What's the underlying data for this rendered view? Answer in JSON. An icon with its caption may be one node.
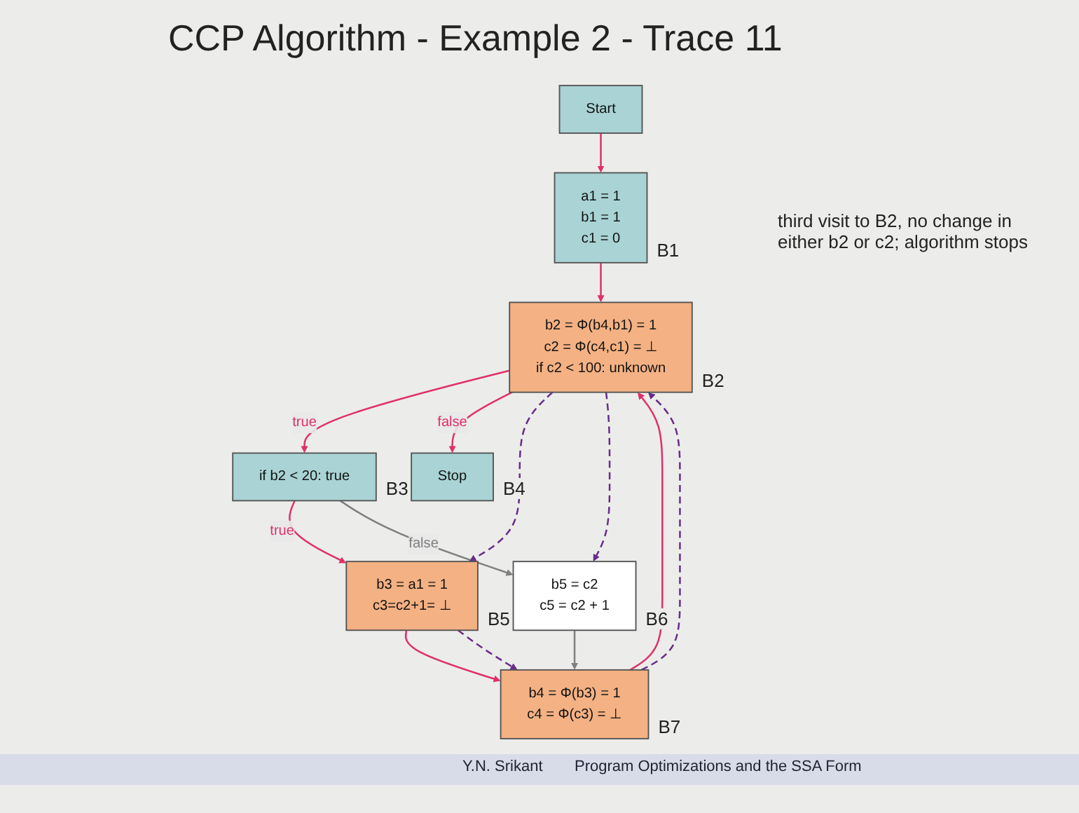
{
  "diagram": {
    "title": "CCP Algorithm - Example 2 - Trace 11",
    "nodes": [
      {
        "text": [
          "a1 = 1",
          "b1 = 1",
          "c1 = 0"
        ],
        "beside": [
          "B1"
        ]
      },
      {
        "text": [
          "Start"
        ]
      },
      {
        "text": [
          "b2 = Φ(b4,b1) = 1",
          "c2 = Φ(c4,c1) = ⊥",
          "if c2 < 100: unknown"
        ],
        "beside": [
          "B2"
        ]
      },
      {
        "text": [
          "if b2 < 20: true"
        ],
        "beside": [
          "B3"
        ]
      },
      {
        "text": [
          "Stop"
        ],
        "beside": [
          "B4"
        ]
      },
      {
        "text": [
          "b3 = a1 = 1",
          "c3=c2+1= ⊥"
        ],
        "beside": [
          "B5"
        ]
      },
      {
        "text": [
          "b5 = c2",
          "c5 = c2 + 1"
        ],
        "beside": [
          "B6"
        ]
      },
      {
        "text": [
          "b4 = Φ(b3) = 1",
          "c4 = Φ(c3) = ⊥"
        ],
        "beside": [
          "B7"
        ]
      }
    ],
    "edges": [
      {
        "from": 1,
        "to": 0,
        "arrow": "to"
      },
      {
        "from": 0,
        "to": 2,
        "arrow": "to"
      },
      {
        "from": 2,
        "to": 3,
        "arrow": "to",
        "label": "true"
      },
      {
        "from": 2,
        "to": 4,
        "arrow": "to",
        "label": "false"
      },
      {
        "from": 3,
        "to": 5,
        "arrow": "to",
        "label": "true"
      },
      {
        "from": 3,
        "to": 6,
        "arrow": "to",
        "label": "false",
        "color": "#808080"
      },
      {
        "from": 5,
        "to": 7,
        "arrow": "to"
      },
      {
        "from": 6,
        "to": 7,
        "arrow": "to",
        "color": "#808080"
      },
      {
        "from": 7,
        "to": 2,
        "arrow": "to"
      },
      {
        "from": 2,
        "to": 5,
        "arrow": "to",
        "style": "dashed",
        "color": "#6a2c8c"
      },
      {
        "from": 5,
        "to": 7,
        "arrow": "to",
        "style": "dashed",
        "color": "#6a2c8c"
      },
      {
        "from": 7,
        "to": 2,
        "arrow": "to",
        "style": "dashed",
        "color": "#6a2c8c"
      },
      {
        "from": 2,
        "to": 6,
        "arrow": "to",
        "style": "dashed",
        "color": "#6a2c8c"
      }
    ],
    "labels": [
      "third visit to B2, no change in either b2 or c2; algorithm stops",
      "Y.N. Srikant",
      "Program Optimizations and the SSA Form"
    ]
  }
}
